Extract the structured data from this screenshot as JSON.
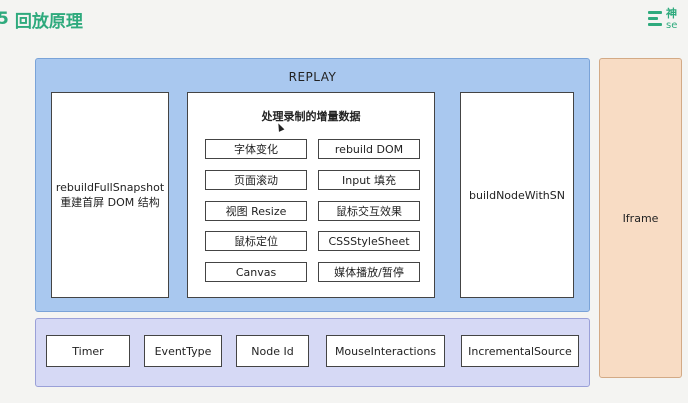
{
  "slide": {
    "number": "5",
    "title": "回放原理"
  },
  "logo": {
    "line1": "神",
    "line2": "se"
  },
  "replay": {
    "title": "REPLAY",
    "left": {
      "line1": "rebuildFullSnapshot",
      "line2": "重建首屏 DOM 结构"
    },
    "center": {
      "title": "处理录制的增量数据",
      "items": [
        "字体变化",
        "rebuild DOM",
        "页面滚动",
        "Input 填充",
        "视图 Resize",
        "鼠标交互效果",
        "鼠标定位",
        "CSSStyleSheet",
        "Canvas",
        "媒体播放/暂停"
      ]
    },
    "right": {
      "label": "buildNodeWithSN"
    }
  },
  "bottom": {
    "items": [
      "Timer",
      "EventType",
      "Node Id",
      "MouseInteractions",
      "IncrementalSource"
    ]
  },
  "iframe": {
    "label": "Iframe"
  },
  "colors": {
    "title_green": "#2eaa7d",
    "replay_blue": "#a9c8ef",
    "bottom_lavender": "#d6d9f5",
    "iframe_peach": "#f8dcc4"
  }
}
